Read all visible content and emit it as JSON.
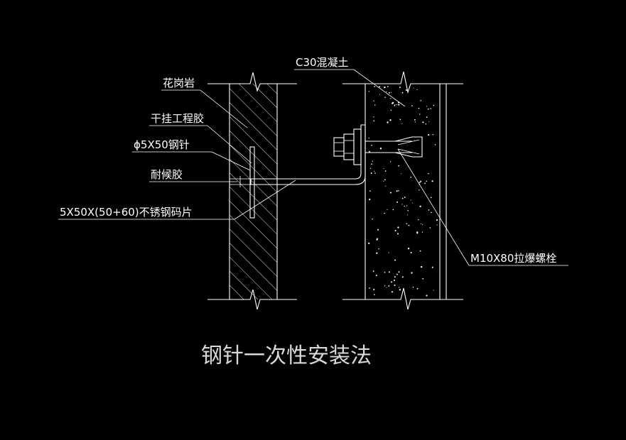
{
  "title": "钢针一次性安装法",
  "labels": {
    "granite": "花岗岩",
    "dry_hang_glue": "干挂工程胶",
    "steel_pin": "ϕ5X50钢针",
    "weather_glue": "耐候胶",
    "stainless_clip": "5X50X(50+60)不锈钢码片",
    "concrete": "C30混凝土",
    "expansion_bolt": "M10X80拉爆螺栓"
  },
  "colors": {
    "background": "#000000",
    "line": "#ffffff",
    "title": "#d9d9d9"
  }
}
